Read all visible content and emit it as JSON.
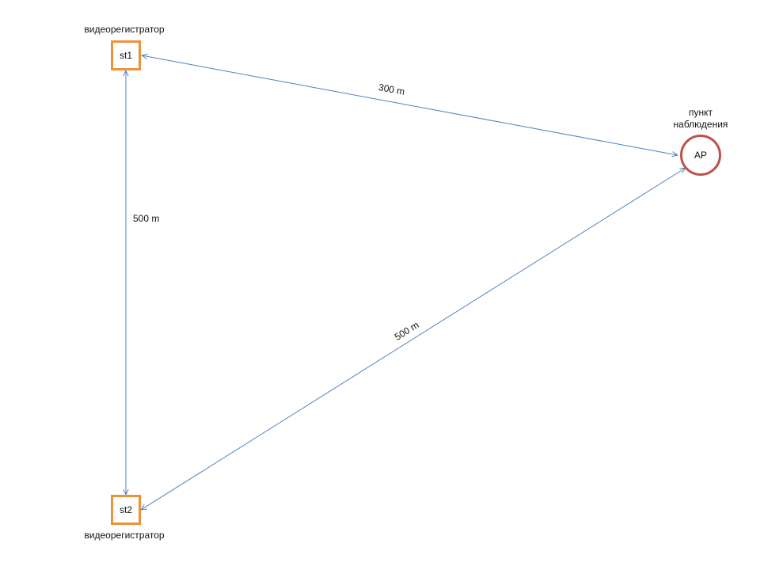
{
  "nodes": {
    "st1": {
      "label": "st1",
      "caption": "видеорегистратор"
    },
    "st2": {
      "label": "st2",
      "caption": "видеорегистратор"
    },
    "ap": {
      "label": "AP",
      "caption_line1": "пункт",
      "caption_line2": "наблюдения"
    }
  },
  "links": {
    "st1_ap": {
      "label": "300 m"
    },
    "st1_st2": {
      "label": "500 m"
    },
    "st2_ap": {
      "label": "500 m"
    }
  },
  "colors": {
    "station_border": "#f0913a",
    "ap_border": "#c0504d",
    "link": "#4f81bd"
  }
}
